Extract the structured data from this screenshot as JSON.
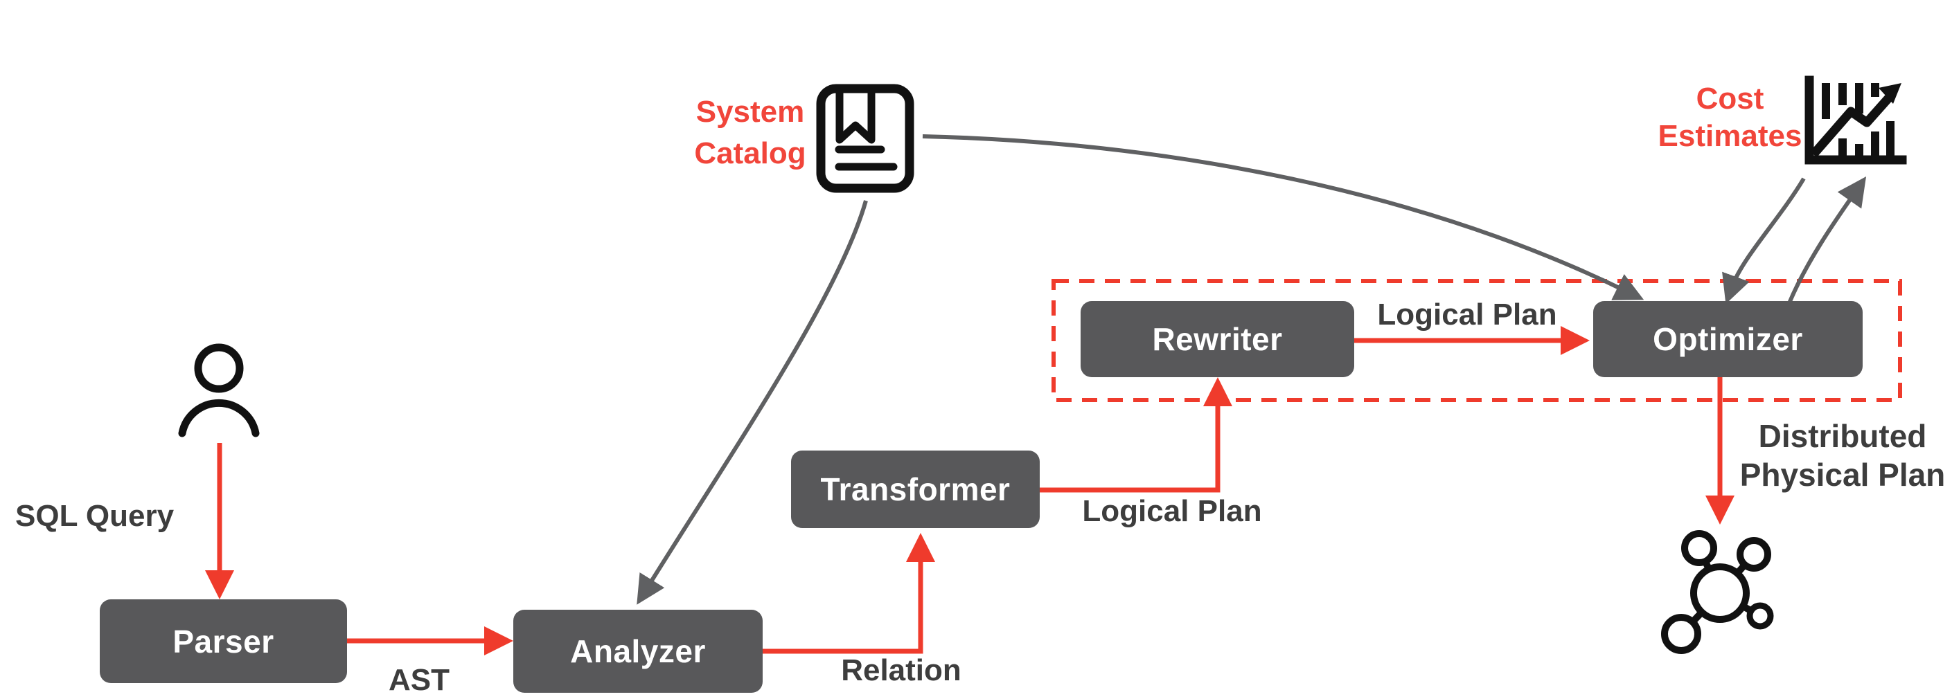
{
  "diagram": {
    "nodes": {
      "parser": "Parser",
      "analyzer": "Analyzer",
      "transformer": "Transformer",
      "rewriter": "Rewriter",
      "optimizer": "Optimizer"
    },
    "edge_labels": {
      "sql_query": "SQL Query",
      "ast": "AST",
      "relation": "Relation",
      "logical_plan_to_rewriter": "Logical Plan",
      "logical_plan_to_optimizer": "Logical Plan",
      "distributed_line1": "Distributed",
      "distributed_line2": "Physical Plan"
    },
    "annotations": {
      "system_catalog_line1": "System",
      "system_catalog_line2": "Catalog",
      "cost_estimates_line1": "Cost",
      "cost_estimates_line2": "Estimates"
    },
    "icons": {
      "user": "user-icon",
      "system_catalog": "book-bookmark-icon",
      "cost_estimates": "chart-trend-icon",
      "distributed_plan": "network-cluster-icon"
    },
    "colors": {
      "accent_red": "#ef3b2c",
      "red_label": "#f1453a",
      "node_gray": "#58585a",
      "label_dark": "#3d3d3d",
      "curve_gray": "#5f6062",
      "icon_black": "#111111",
      "background": "#ffffff"
    }
  }
}
